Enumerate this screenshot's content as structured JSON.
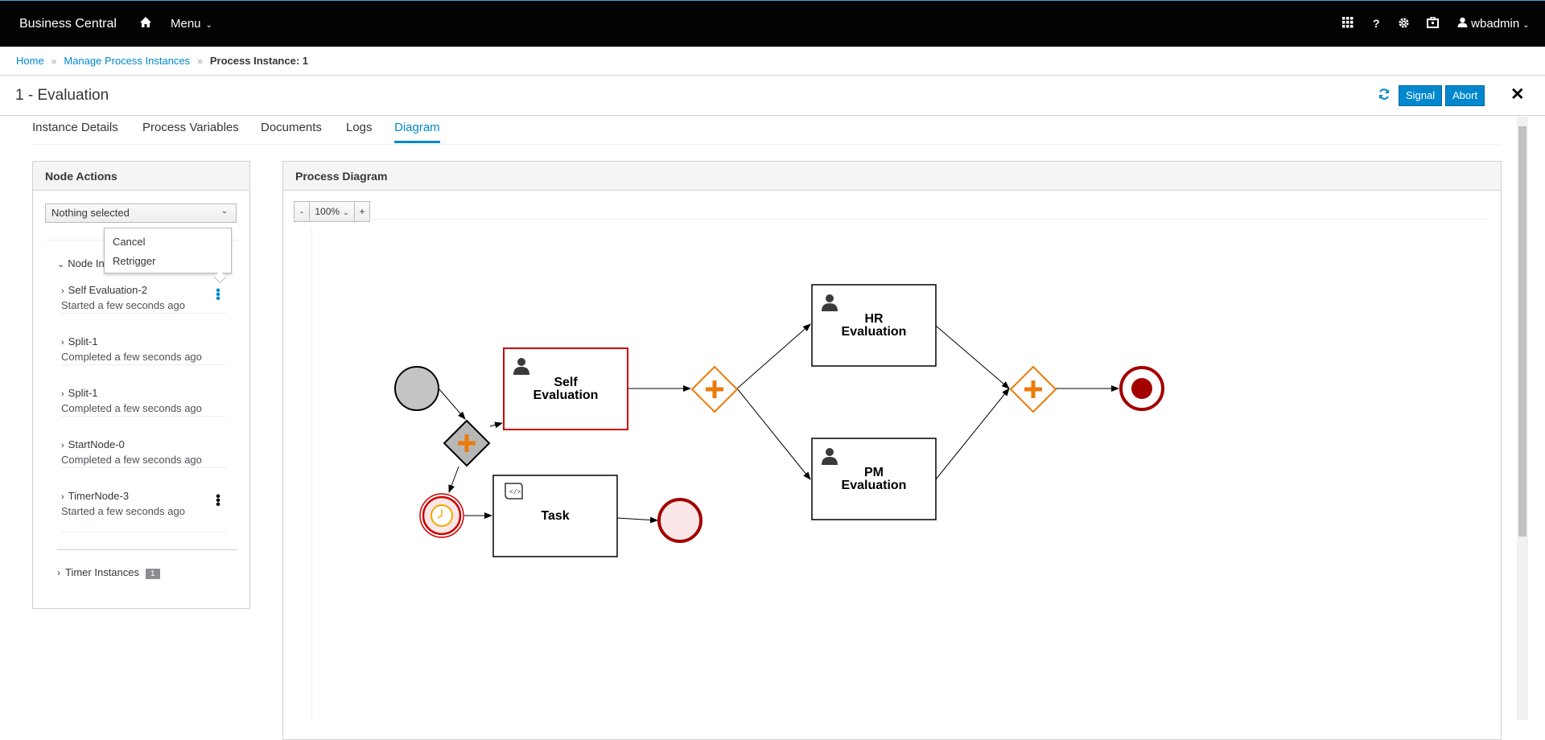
{
  "topbar": {
    "brand": "Business Central",
    "menu_label": "Menu",
    "user": "wbadmin",
    "help_label": "?"
  },
  "breadcrumb": {
    "items": [
      "Home",
      "Manage Process Instances"
    ],
    "current": "Process Instance: 1"
  },
  "title": "1 - Evaluation",
  "actions": {
    "signal": "Signal",
    "abort": "Abort",
    "close": "✕"
  },
  "tabs": [
    "Instance Details",
    "Process Variables",
    "Documents",
    "Logs",
    "Diagram"
  ],
  "active_tab": "Diagram",
  "node_actions": {
    "heading": "Node Actions",
    "select_value": "Nothing selected",
    "node_instances_label": "Node In",
    "dropdown_items": [
      "Cancel",
      "Retrigger"
    ],
    "nodes": [
      {
        "name": "Self Evaluation-2",
        "status": "Started a few seconds ago"
      },
      {
        "name": "Split-1",
        "status": "Completed a few seconds ago"
      },
      {
        "name": "Split-1",
        "status": "Completed a few seconds ago"
      },
      {
        "name": "StartNode-0",
        "status": "Completed a few seconds ago"
      },
      {
        "name": "TimerNode-3",
        "status": "Started a few seconds ago"
      }
    ],
    "timer_instances_label": "Timer Instances",
    "timer_count": "1"
  },
  "process_diagram": {
    "heading": "Process Diagram",
    "zoom_minus": "-",
    "zoom_level": "100%",
    "zoom_plus": "+",
    "tasks": {
      "self_evaluation": [
        "Self",
        "Evaluation"
      ],
      "hr_evaluation": [
        "HR",
        "Evaluation"
      ],
      "pm_evaluation": [
        "PM",
        "Evaluation"
      ],
      "task": [
        "Task"
      ]
    }
  },
  "colors": {
    "accent": "#0088ce",
    "gateway": "#ec7a08",
    "end_event": "#a30000",
    "active_task": "#cc0000"
  }
}
